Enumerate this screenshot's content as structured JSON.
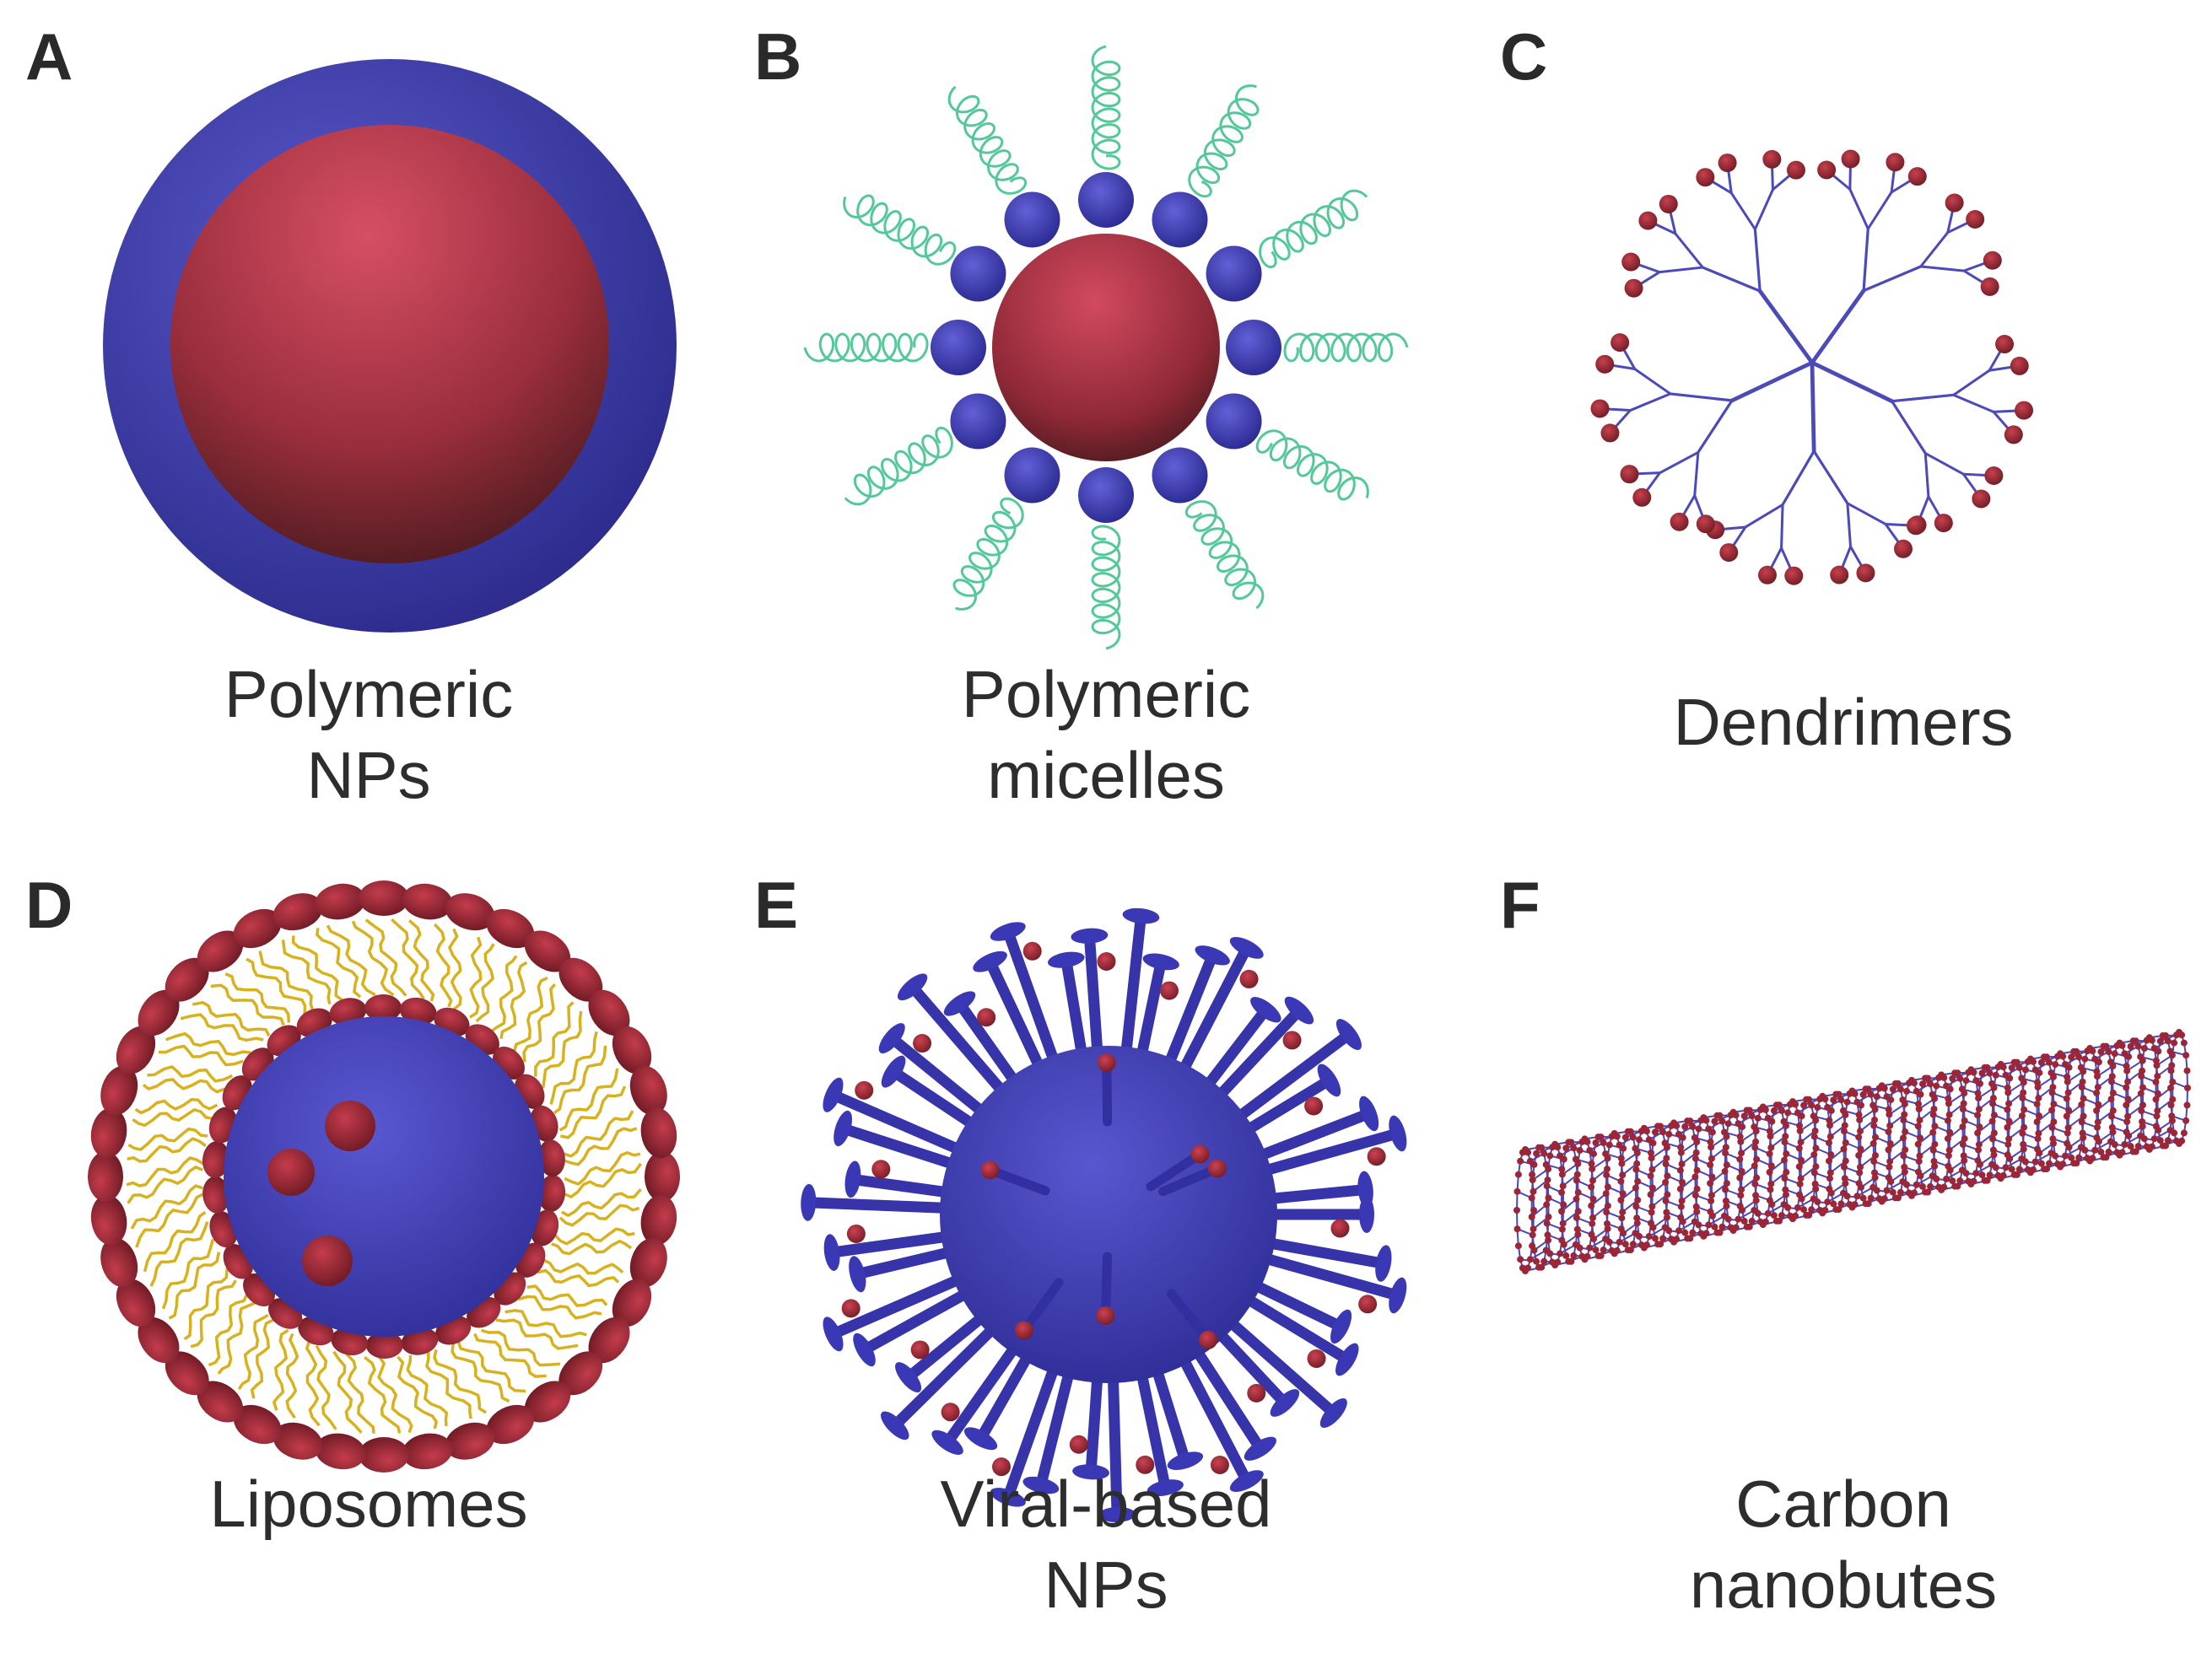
{
  "panels": [
    {
      "letter": "A",
      "caption_lines": [
        "Polymeric",
        "NPs"
      ]
    },
    {
      "letter": "B",
      "caption_lines": [
        "Polymeric",
        "micelles"
      ]
    },
    {
      "letter": "C",
      "caption_lines": [
        "Dendrimers"
      ]
    },
    {
      "letter": "D",
      "caption_lines": [
        "Liposomes"
      ]
    },
    {
      "letter": "E",
      "caption_lines": [
        "Viral-based",
        "NPs"
      ]
    },
    {
      "letter": "F",
      "caption_lines": [
        "Carbon",
        "nanobutes"
      ]
    }
  ],
  "colors": {
    "shell_blue": "#3b3aa8",
    "core_red": "#9a2a3a",
    "chain_green": "#55c89a",
    "lipid_gold": "#d8b21e",
    "text": "#2d2d2d"
  }
}
